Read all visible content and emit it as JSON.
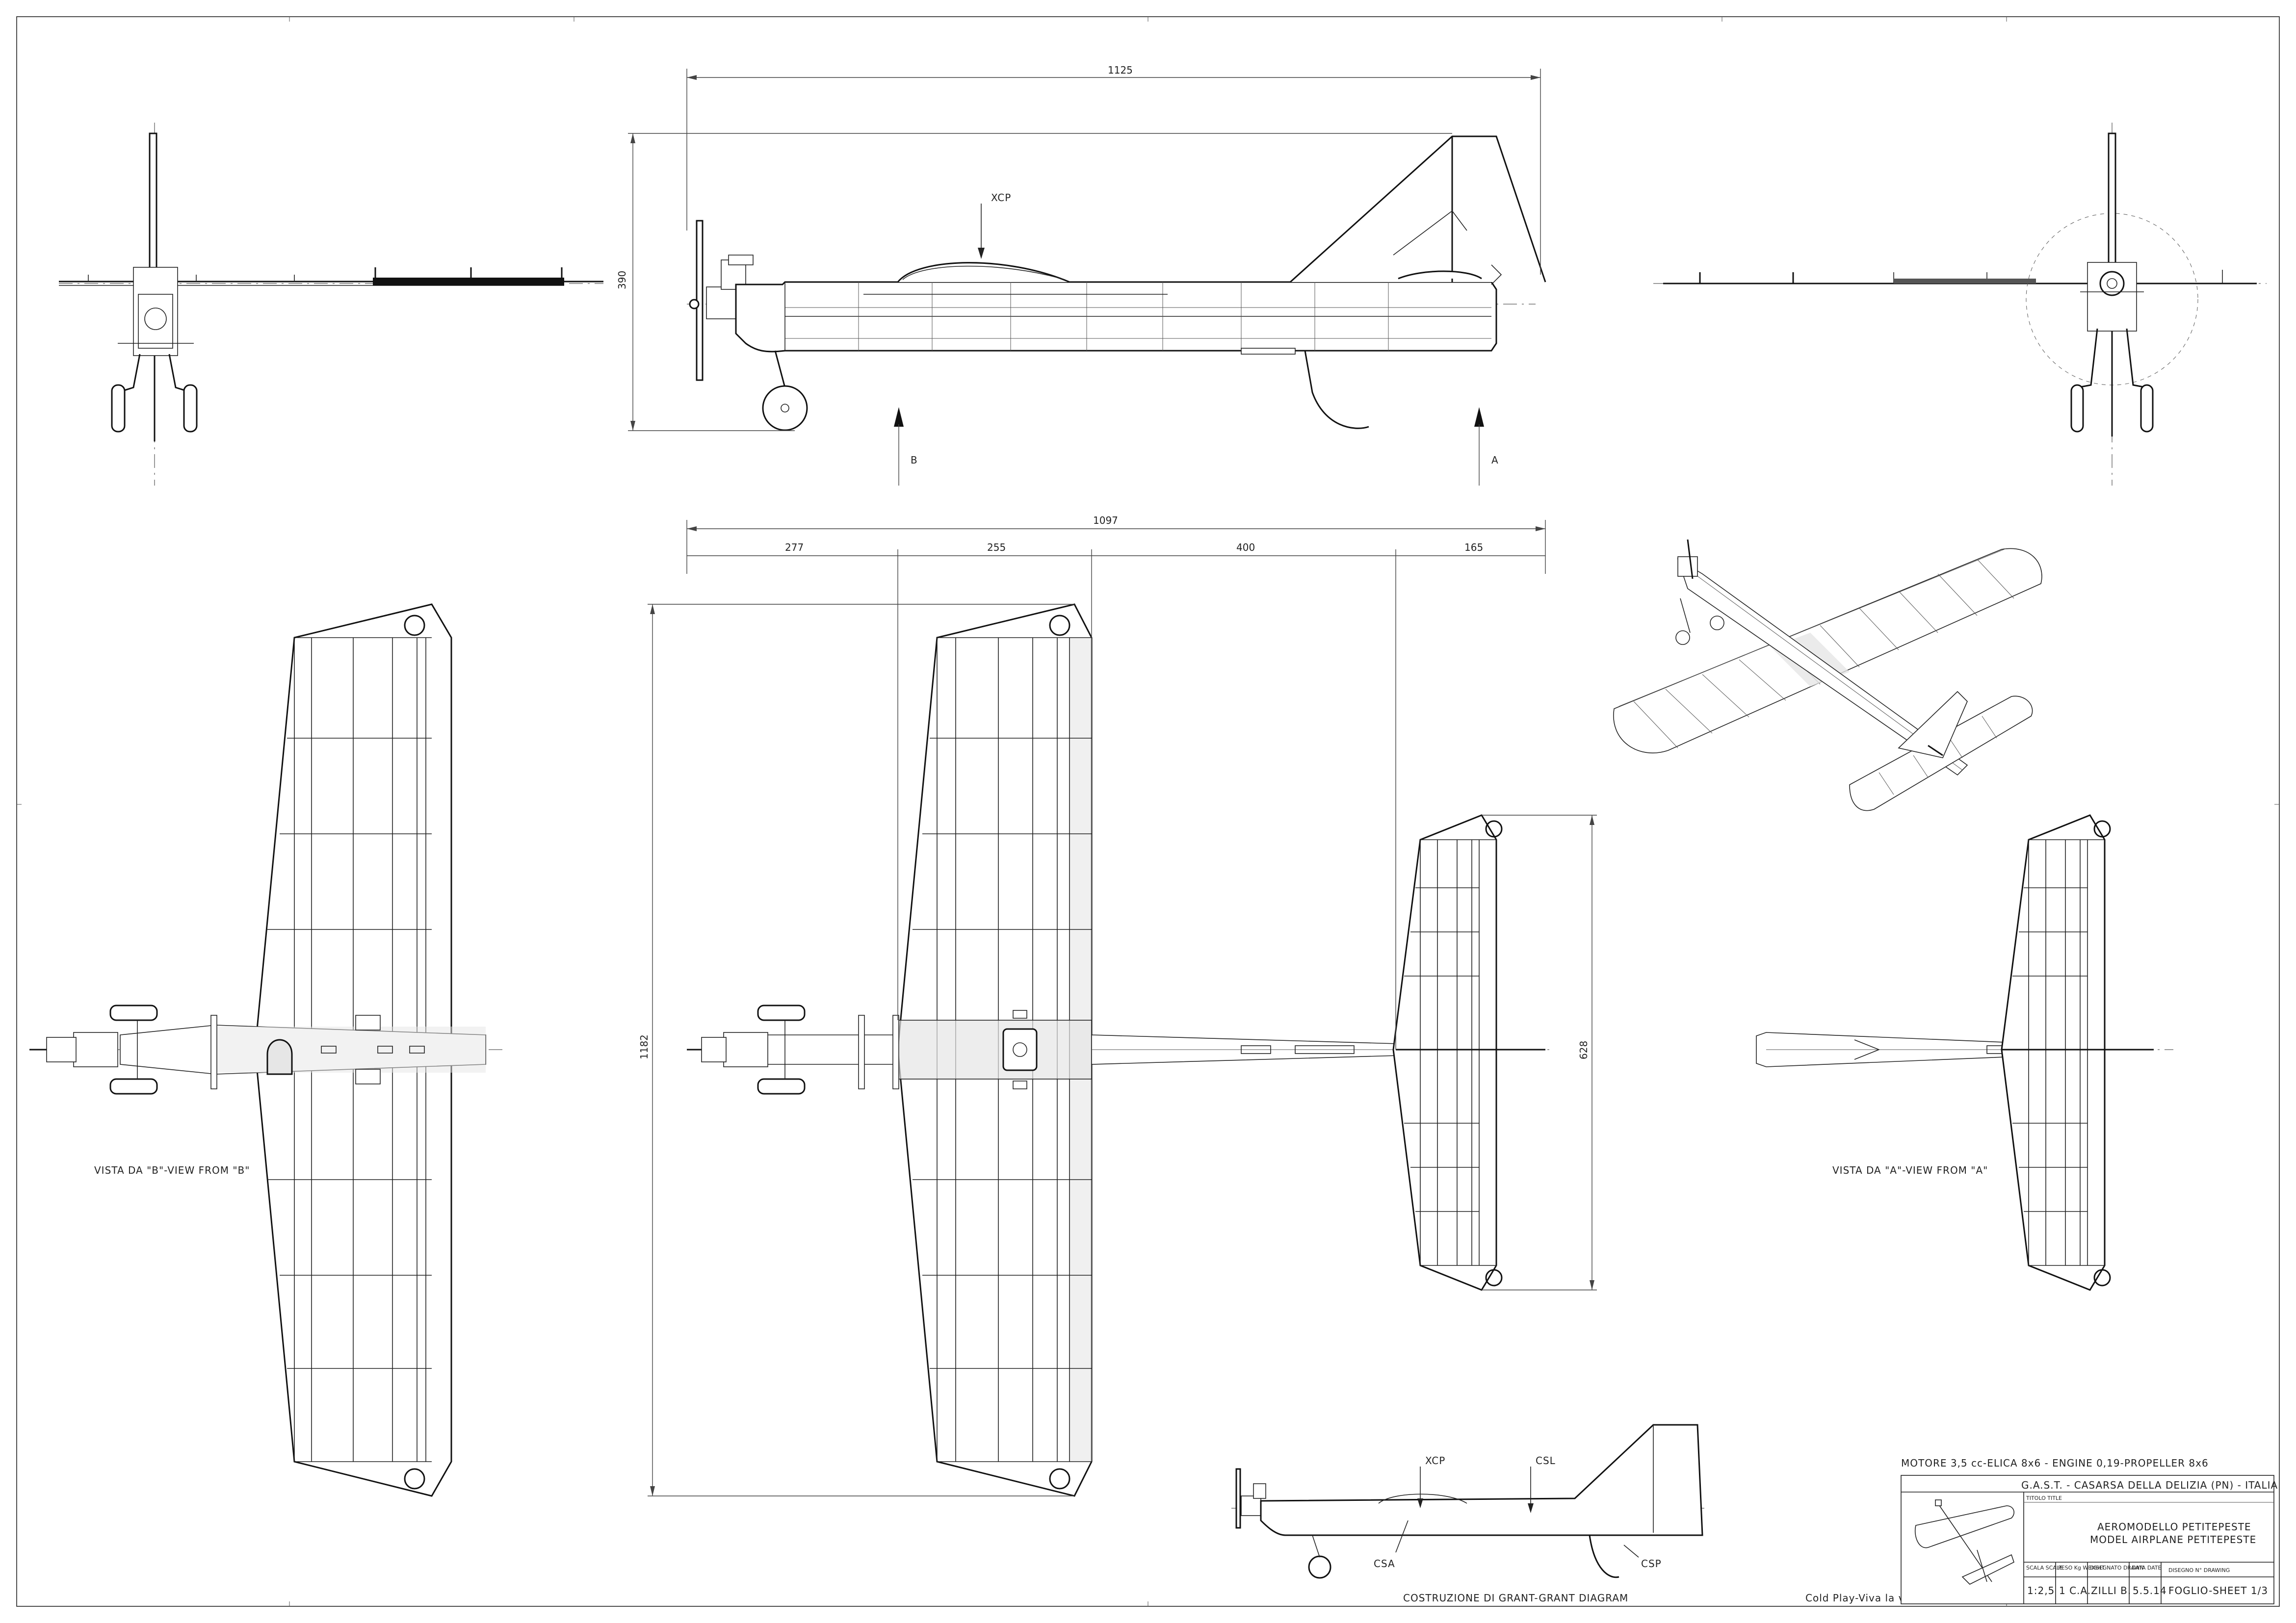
{
  "dimensions": {
    "length_top": "1125",
    "height_side": "390",
    "length_plan": "1097",
    "seg1": "277",
    "seg2": "255",
    "seg3": "400",
    "seg4": "165",
    "span": "1182",
    "stab_span": "628"
  },
  "annotations": {
    "xcp_side": "XCP",
    "arrow_b": "B",
    "arrow_a": "A",
    "view_from_b": "VISTA DA \"B\"-VIEW FROM \"B\"",
    "view_from_a": "VISTA DA \"A\"-VIEW FROM \"A\"",
    "diagram_xcp": "XCP",
    "diagram_csl": "CSL",
    "diagram_csa": "CSA",
    "diagram_csp": "CSP",
    "diagram_caption": "COSTRUZIONE DI GRANT-GRANT DIAGRAM",
    "signature": "Cold Play-Viva la vida"
  },
  "title_block": {
    "engine_note": "MOTORE 3,5 cc-ELICA 8x6 -  ENGINE 0,19-PROPELLER 8x6",
    "organization": "G.A.S.T. - CASARSA DELLA DELIZIA (PN) - ITALIA",
    "title_label": "TITOLO TITLE",
    "title_it": "AEROMODELLO PETITEPESTE",
    "title_en": "MODEL AIRPLANE PETITEPESTE",
    "scale_label": "SCALA SCALE",
    "scale_value": "1:2,5",
    "weight_label": "PESO Kg WEIGHT",
    "weight_value": "1 C.A.",
    "drawn_label": "DISEGNATO DRAWN",
    "drawn_value": "ZILLI B.",
    "date_label": "DATA DATE",
    "date_value": "5.5.14",
    "drawing_label": "DISEGNO N° DRAWING",
    "sheet_value": "FOGLIO-SHEET 1/3"
  }
}
